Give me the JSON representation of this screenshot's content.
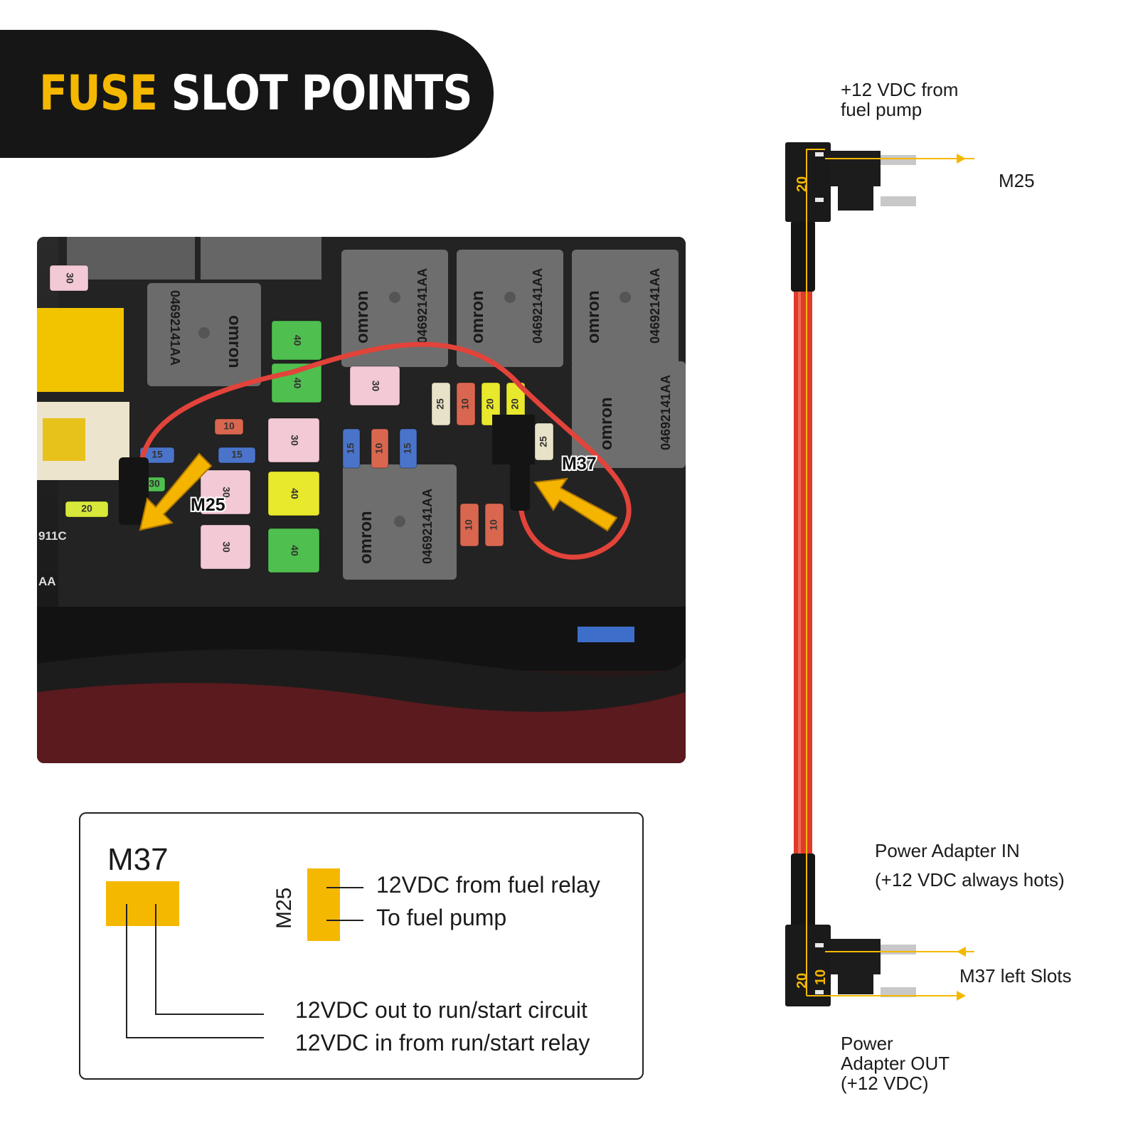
{
  "banner": {
    "title_highlight": "FUSE",
    "title_rest": "SLOT POINTS"
  },
  "photo": {
    "callout_m25": "M25",
    "callout_m37": "M37",
    "relay_brand": "omron",
    "relay_part": "04692141AA",
    "relay_part_small": "04692141AA",
    "side_label_1": "911C",
    "side_label_2": "AA",
    "fuse_ratings": [
      "30",
      "40",
      "40",
      "30",
      "25",
      "10",
      "20",
      "20",
      "10",
      "15",
      "15",
      "30",
      "25",
      "15",
      "10",
      "15",
      "30",
      "30",
      "40",
      "20",
      "30",
      "40",
      "10",
      "10"
    ]
  },
  "legend": {
    "m37_title": "M37",
    "m25_label": "M25",
    "m25_line1": "12VDC from fuel relay",
    "m25_line2": "To fuel pump",
    "m37_line1": "12VDC out to run/start circuit",
    "m37_line2": "12VDC in from run/start relay",
    "accent_color": "#f5b800"
  },
  "diagram": {
    "top_note_line1": "+12 VDC from",
    "top_note_line2": "fuel pump",
    "top_slot": "M25",
    "top_holder_num": "20",
    "in_line1": "Power Adapter IN",
    "in_line2": "(+12 VDC always hots)",
    "bottom_slot": "M37 left Slots",
    "bottom_num_1": "20",
    "bottom_num_2": "10",
    "out_line1": "Power",
    "out_line2": "Adapter OUT",
    "out_line3": "(+12 VDC)",
    "wire_color": "#e03a2a"
  }
}
